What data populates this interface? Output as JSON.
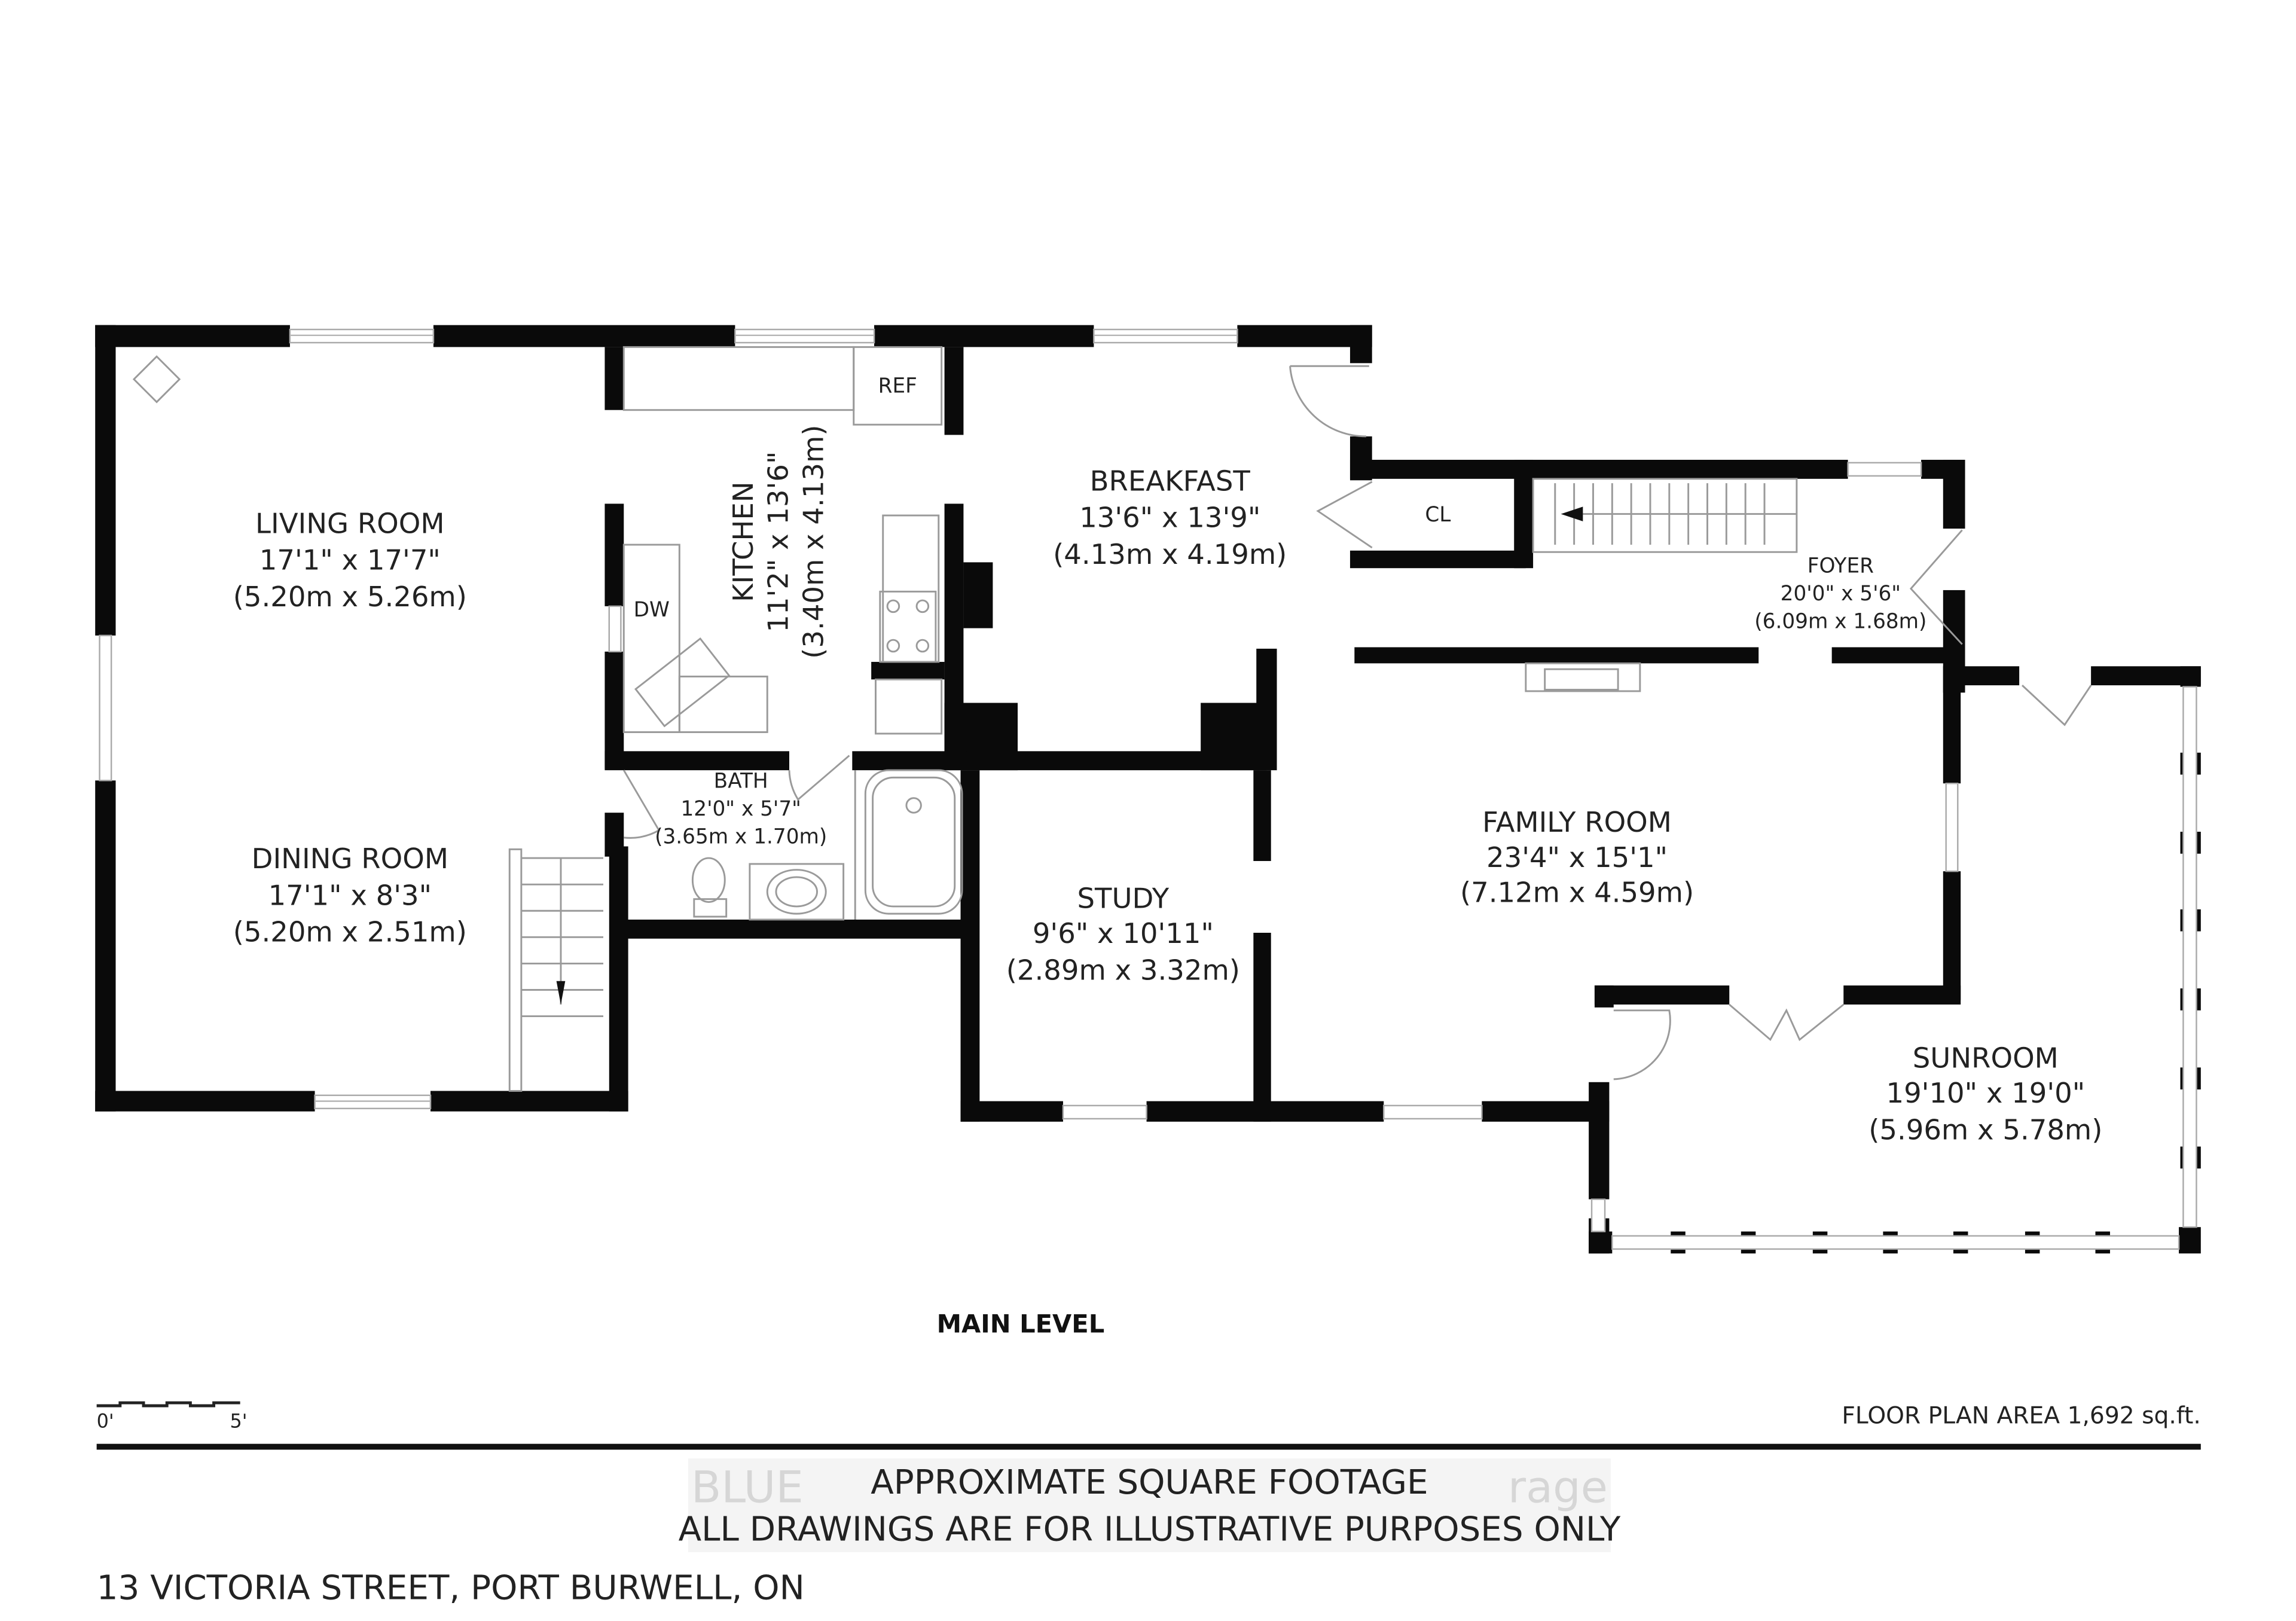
{
  "plan": {
    "level_title": "MAIN LEVEL",
    "floor_plan_area": "FLOOR PLAN AREA 1,692 sq.ft.",
    "scale_bar": {
      "start": "0'",
      "end": "5'"
    },
    "disclaimer_line1": "APPROXIMATE SQUARE FOOTAGE",
    "disclaimer_line2": "ALL DRAWINGS ARE FOR ILLUSTRATIVE PURPOSES ONLY",
    "address": "13 VICTORIA STREET, PORT BURWELL, ON",
    "watermark_line1": "BLUE",
    "watermark_line2": "rage",
    "colors": {
      "wall": "#0a0a0a",
      "fixture": "#9a9a9a",
      "text": "#222222",
      "background": "#ffffff"
    }
  },
  "rooms": [
    {
      "name": "LIVING ROOM",
      "imperial": "17'1\" x 17'7\"",
      "metric": "(5.20m x 5.26m)"
    },
    {
      "name": "DINING ROOM",
      "imperial": "17'1\" x 8'3\"",
      "metric": "(5.20m x 2.51m)"
    },
    {
      "name": "KITCHEN",
      "imperial": "11'2\" x 13'6\"",
      "metric": "(3.40m x 4.13m)"
    },
    {
      "name": "BREAKFAST",
      "imperial": "13'6\" x 13'9\"",
      "metric": "(4.13m x 4.19m)"
    },
    {
      "name": "BATH",
      "imperial": "12'0\" x 5'7\"",
      "metric": "(3.65m x 1.70m)"
    },
    {
      "name": "STUDY",
      "imperial": "9'6\" x 10'11\"",
      "metric": "(2.89m x 3.32m)"
    },
    {
      "name": "FAMILY ROOM",
      "imperial": "23'4\" x 15'1\"",
      "metric": "(7.12m x 4.59m)"
    },
    {
      "name": "FOYER",
      "imperial": "20'0\" x 5'6\"",
      "metric": "(6.09m x 1.68m)"
    },
    {
      "name": "SUNROOM",
      "imperial": "19'10\" x 19'0\"",
      "metric": "(5.96m x 5.78m)"
    }
  ],
  "fixtures": {
    "refrigerator": "REF",
    "dishwasher": "DW",
    "closet": "CL"
  }
}
